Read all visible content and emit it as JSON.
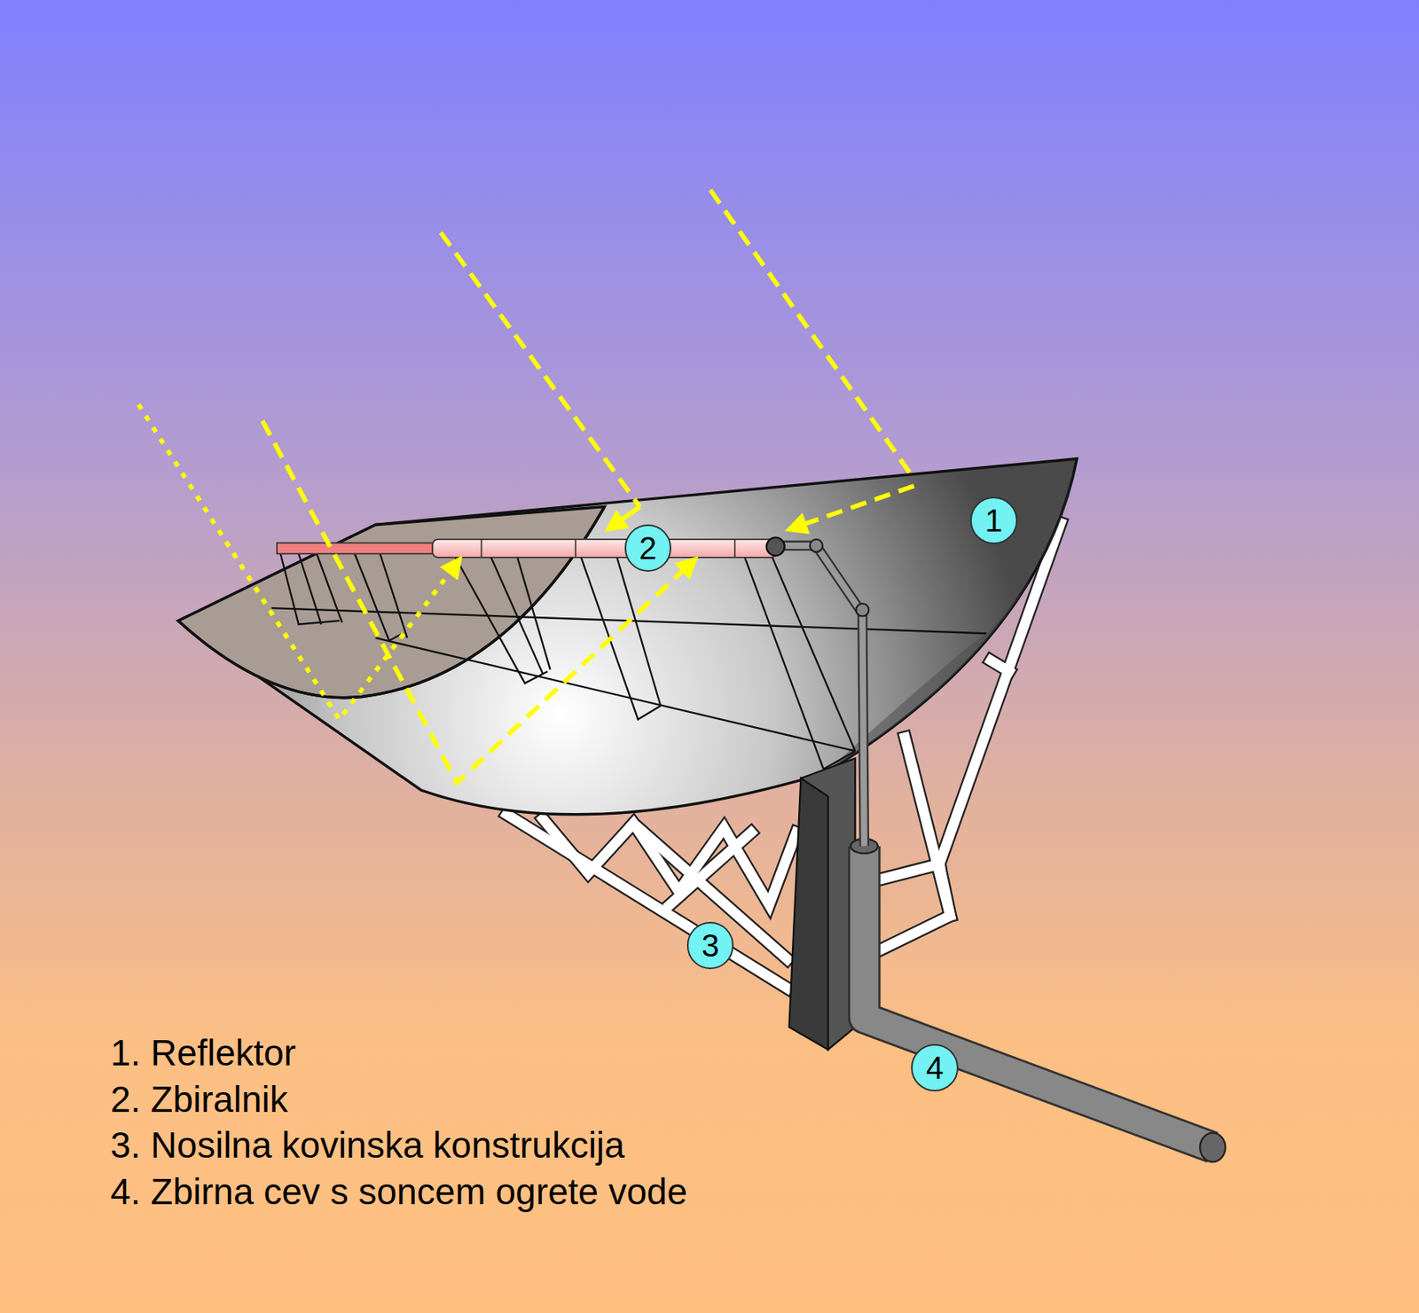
{
  "diagram": {
    "nodes": [
      {
        "text": [
          "1"
        ]
      },
      {
        "text": [
          "2"
        ]
      },
      {
        "text": [
          "3"
        ]
      },
      {
        "text": [
          "4"
        ]
      }
    ],
    "labels": [
      "1. Reflektor",
      "2. Zbiralnik",
      "3. Nosilna kovinska konstrukcija",
      "4. Zbirna cev s soncem ogrete vode"
    ]
  }
}
